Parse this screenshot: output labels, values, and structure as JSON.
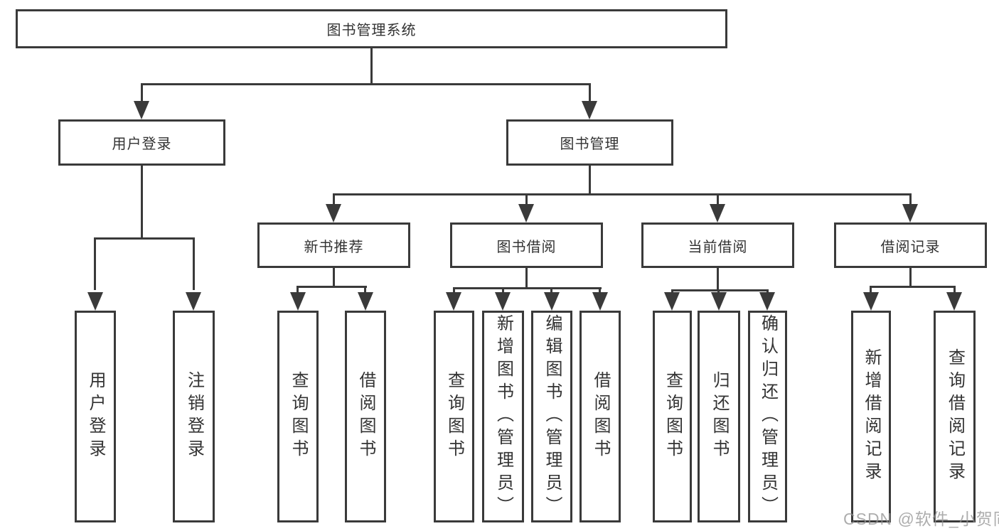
{
  "nodes": {
    "root": "图书管理系统",
    "user_login": "用户登录",
    "book_management": "图书管理",
    "new_book_recommend": "新书推荐",
    "book_borrowing": "图书借阅",
    "current_borrowing": "当前借阅",
    "borrowing_records": "借阅记录",
    "leaf_user_login": "用户登录",
    "leaf_logout_login": "注销登录",
    "leaf_nb_query_books": "查询图书",
    "leaf_nb_borrow_books": "借阅图书",
    "leaf_bb_query_books": "查询图书",
    "leaf_bb_add_books": "新增图书（管理员）",
    "leaf_bb_edit_books": "编辑图书（管理员）",
    "leaf_bb_borrow_books": "借阅图书",
    "leaf_cb_query_books": "查询图书",
    "leaf_cb_return_books": "归还图书",
    "leaf_cb_confirm_return": "确认归还（管理员）",
    "leaf_br_add_record": "新增借阅记录",
    "leaf_br_query_record": "查询借阅记录"
  },
  "hierarchy": {
    "图书管理系统": {
      "用户登录": [
        "用户登录",
        "注销登录"
      ],
      "图书管理": {
        "新书推荐": [
          "查询图书",
          "借阅图书"
        ],
        "图书借阅": [
          "查询图书",
          "新增图书（管理员）",
          "编辑图书（管理员）",
          "借阅图书"
        ],
        "当前借阅": [
          "查询图书",
          "归还图书",
          "确认归还（管理员）"
        ],
        "借阅记录": [
          "新增借阅记录",
          "查询借阅记录"
        ]
      }
    }
  },
  "colors": {
    "line": "#3a3a3a",
    "box_background": "#ffffff",
    "text": "#333333",
    "watermark": "#919191"
  },
  "watermark": "CSDN @软件_小贺同学"
}
